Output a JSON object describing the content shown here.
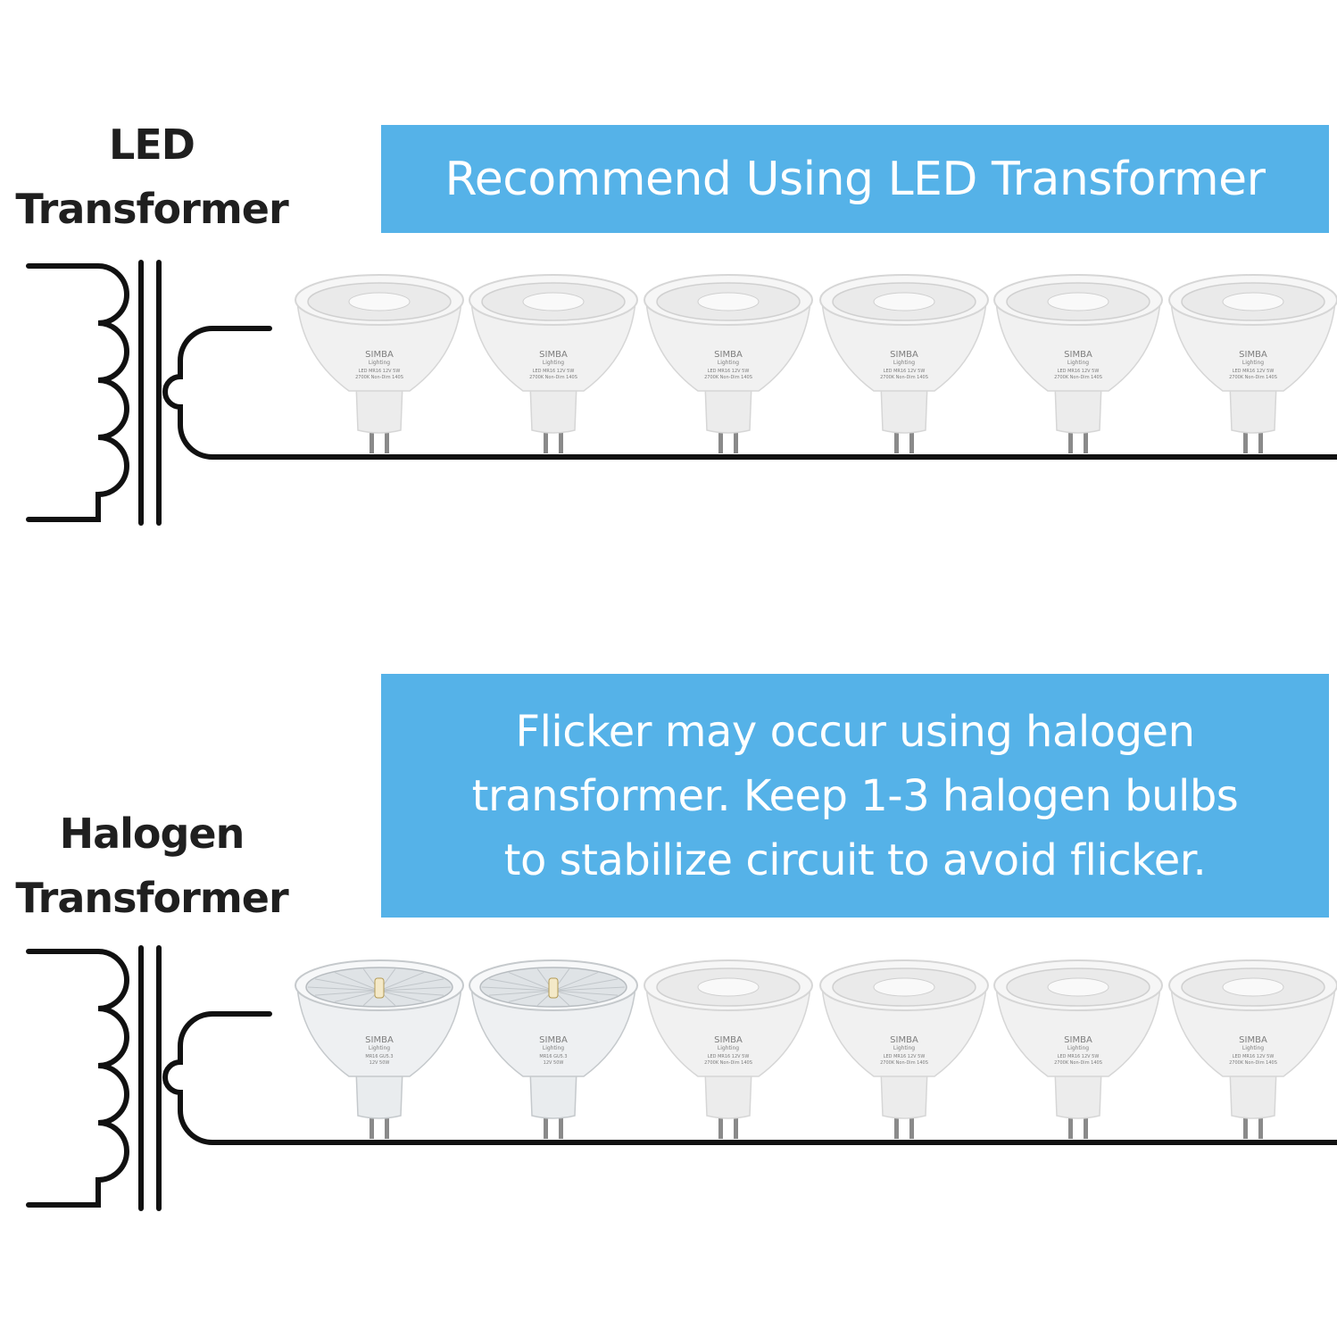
{
  "section_led": {
    "label_line1": "LED",
    "label_line2": "Transformer",
    "banner": "Recommend Using LED Transformer",
    "bulbs": [
      "led",
      "led",
      "led",
      "led",
      "led",
      "led"
    ]
  },
  "section_halogen": {
    "label_line1": "Halogen",
    "label_line2": "Transformer",
    "banner_lines": [
      "Flicker may occur using halogen",
      "transformer. Keep 1-3 halogen bulbs",
      "to stabilize circuit to avoid flicker."
    ],
    "bulbs": [
      "halogen",
      "halogen",
      "led",
      "led",
      "led",
      "led"
    ]
  },
  "bulb_print": {
    "brand": "SIMBA",
    "brand_sub": "Lighting",
    "led_line1": "LED MR16 12V 5W",
    "led_line2": "2700K Non-Dim 140S",
    "halogen_line1": "MR16 GU5.3",
    "halogen_line2": "12V 50W"
  },
  "colors": {
    "banner": "#55b2e8",
    "wire": "#111111",
    "label": "#1f1f1f"
  }
}
